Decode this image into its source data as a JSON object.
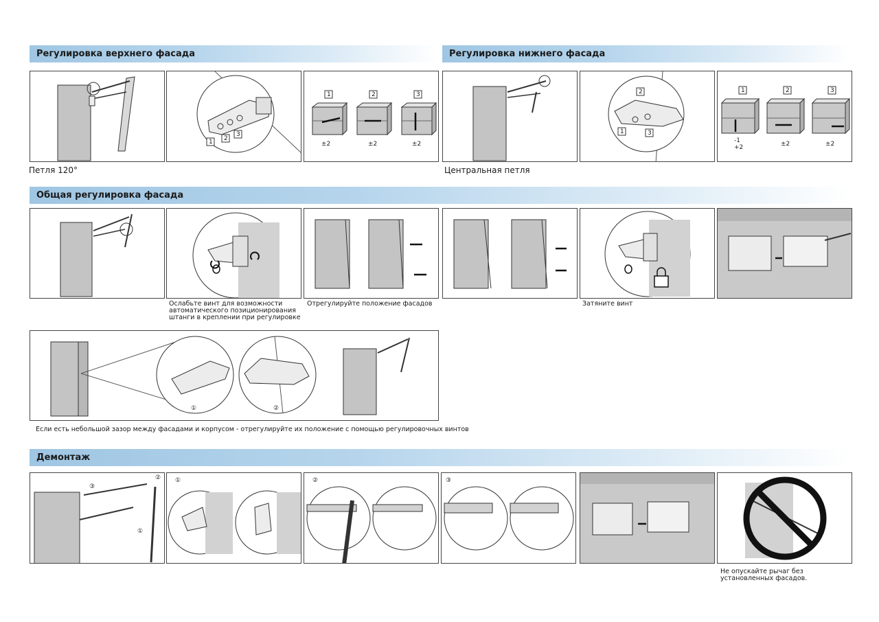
{
  "sections": {
    "upper": "Регулировка верхнего фасада",
    "lower": "Регулировка нижнего фасада",
    "general": "Общая регулировка фасада",
    "dismount": "Демонтаж"
  },
  "captions": {
    "hinge120": "Петля 120°",
    "central_hinge": "Центральная петля",
    "loosen": "Ослабьте винт для возможности автоматического позиционирования штанги в креплении при регулировке",
    "adjust": "Отрегулируйте положение фасадов",
    "tighten": "Затяните винт",
    "gap": "Если есть небольшой зазор между фасадами и корпусом - отрегулируйте их положение с помощью регулировочных винтов",
    "warning": "Не опускайте рычаг без установленных фасадов."
  },
  "labels": {
    "n1": "1",
    "n2": "2",
    "n3": "3",
    "pm2": "±2",
    "m1": "-1",
    "p2": "+2",
    "c1": "①",
    "c2": "②",
    "c3": "③"
  },
  "colors": {
    "header_start": "#9fc6e3",
    "panel_gray": "#d2d2d2",
    "cabinet_gray": "#c4c4c4"
  }
}
